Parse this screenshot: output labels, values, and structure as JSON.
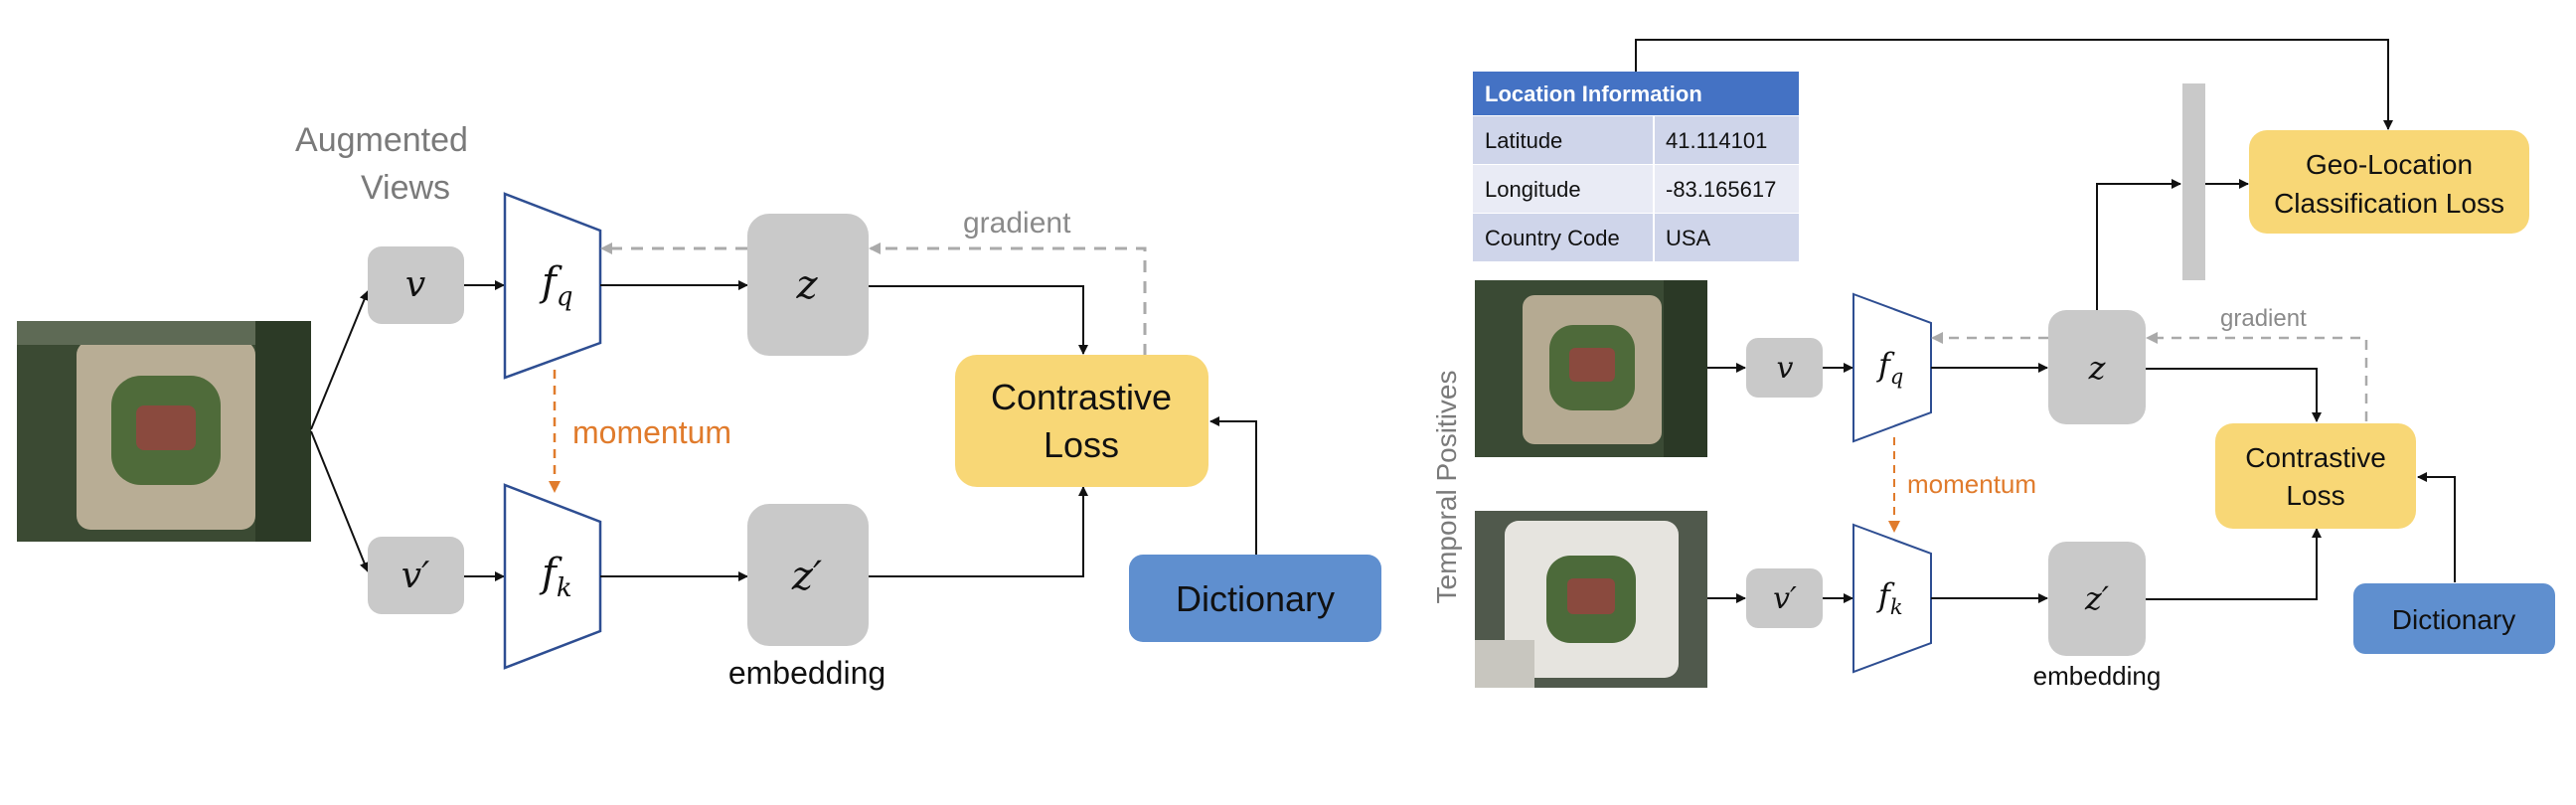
{
  "left": {
    "augmented_views_line1": "Augmented",
    "augmented_views_line2": "Views",
    "v": "v",
    "v_prime": "v′",
    "f_q_main": "f",
    "f_q_sub": "q",
    "f_k_main": "f",
    "f_k_sub": "k",
    "z": "z",
    "z_prime": "z′",
    "gradient": "gradient",
    "momentum": "momentum",
    "embedding": "embedding",
    "contrastive_line1": "Contrastive",
    "contrastive_line2": "Loss",
    "dictionary": "Dictionary"
  },
  "right": {
    "location_table": {
      "header": "Location Information",
      "rows": [
        {
          "label": "Latitude",
          "value": "41.114101"
        },
        {
          "label": "Longitude",
          "value": "-83.165617"
        },
        {
          "label": "Country Code",
          "value": "USA"
        }
      ]
    },
    "temporal_positives": "Temporal Positives",
    "geo_line1": "Geo-Location",
    "geo_line2": "Classification Loss",
    "v": "v",
    "v_prime": "v′",
    "f_q_main": "f",
    "f_q_sub": "q",
    "f_k_main": "f",
    "f_k_sub": "k",
    "z": "z",
    "z_prime": "z′",
    "gradient": "gradient",
    "momentum": "momentum",
    "embedding": "embedding",
    "contrastive_line1": "Contrastive",
    "contrastive_line2": "Loss",
    "dictionary": "Dictionary"
  },
  "colors": {
    "gray_box": "#c9c9c9",
    "contrastive": "#f8d776",
    "dictionary": "#5f8fcf",
    "encoder_stroke": "#2e4e92",
    "momentum": "#e07b2c",
    "gradient": "#aaaaaa",
    "table_header": "#4472c4",
    "table_row_dark": "#cfd5ea",
    "table_row_light": "#e9ebf5"
  }
}
